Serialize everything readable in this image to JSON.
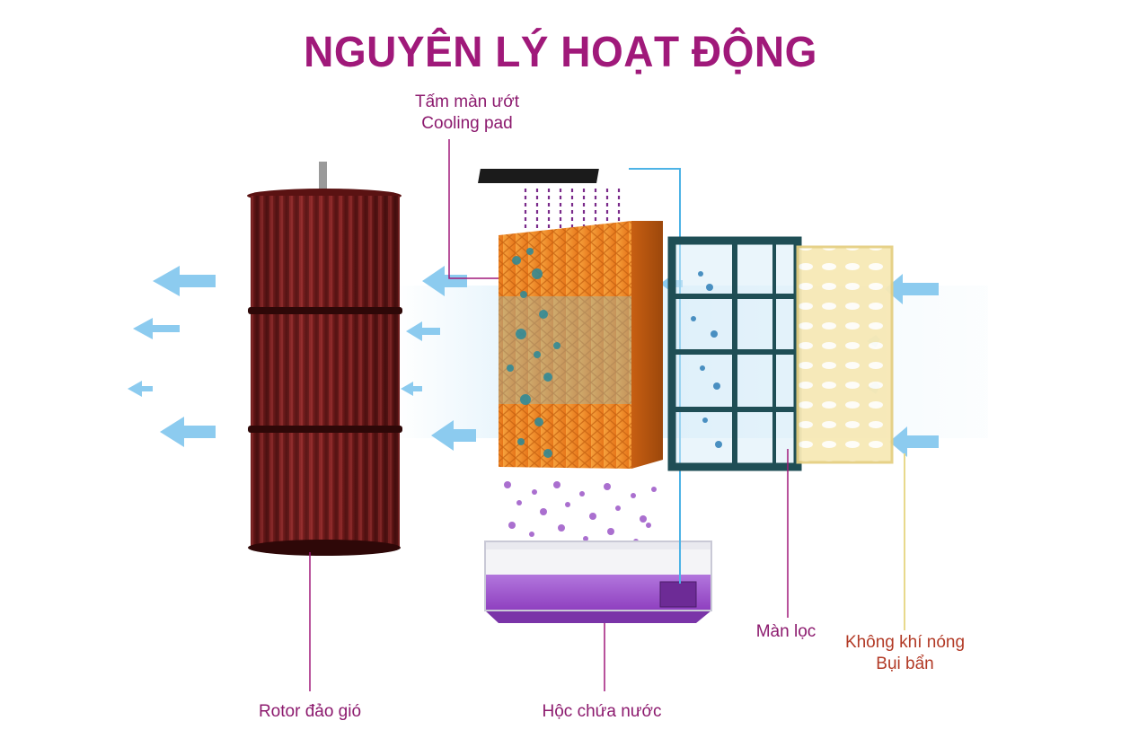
{
  "title": "NGUYÊN LÝ HOẠT ĐỘNG",
  "labels": {
    "cooling_pad_line1": "Tấm màn ướt",
    "cooling_pad_line2": "Cooling pad",
    "rotor": "Rotor đảo gió",
    "water_tank": "Hộc chứa nước",
    "filter": "Màn lọc",
    "hot_air_line1": "Không khí nóng",
    "hot_air_line2": "Bụi bẩn"
  },
  "colors": {
    "title": "#a0197a",
    "label": "#8c1a6e",
    "hot_air_label": "#b23a26",
    "rotor": "#7a1d1d",
    "cooling_pad": "#f08a1c",
    "water": "#9b4fc6",
    "filter_frame": "#1f4e55",
    "dust_filter": "#f5e6b0",
    "air_arrow": "#7cc4ee"
  },
  "icons": [
    "air-arrow-icon",
    "water-drop-icon"
  ]
}
